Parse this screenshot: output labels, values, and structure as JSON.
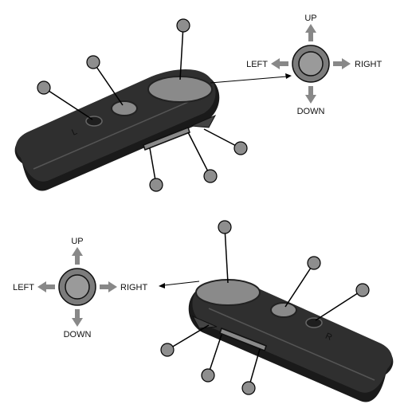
{
  "colors": {
    "body_dark": "#2f2f2f",
    "body_edge": "#1a1a1a",
    "body_highlight": "#555555",
    "trackpad": "#8a8a8a",
    "callout_dot": "#8e8e8e",
    "dpad_ring": "#7c7c7c",
    "dpad_center": "#9a9a9a",
    "arrow": "#888888",
    "marking": "#e6e6e6"
  },
  "top_controller": {
    "hand_mark": "L",
    "dpad": {
      "up": "UP",
      "down": "DOWN",
      "left": "LEFT",
      "right": "RIGHT"
    }
  },
  "bottom_controller": {
    "hand_mark": "R",
    "dpad": {
      "up": "UP",
      "down": "DOWN",
      "left": "LEFT",
      "right": "RIGHT"
    }
  }
}
